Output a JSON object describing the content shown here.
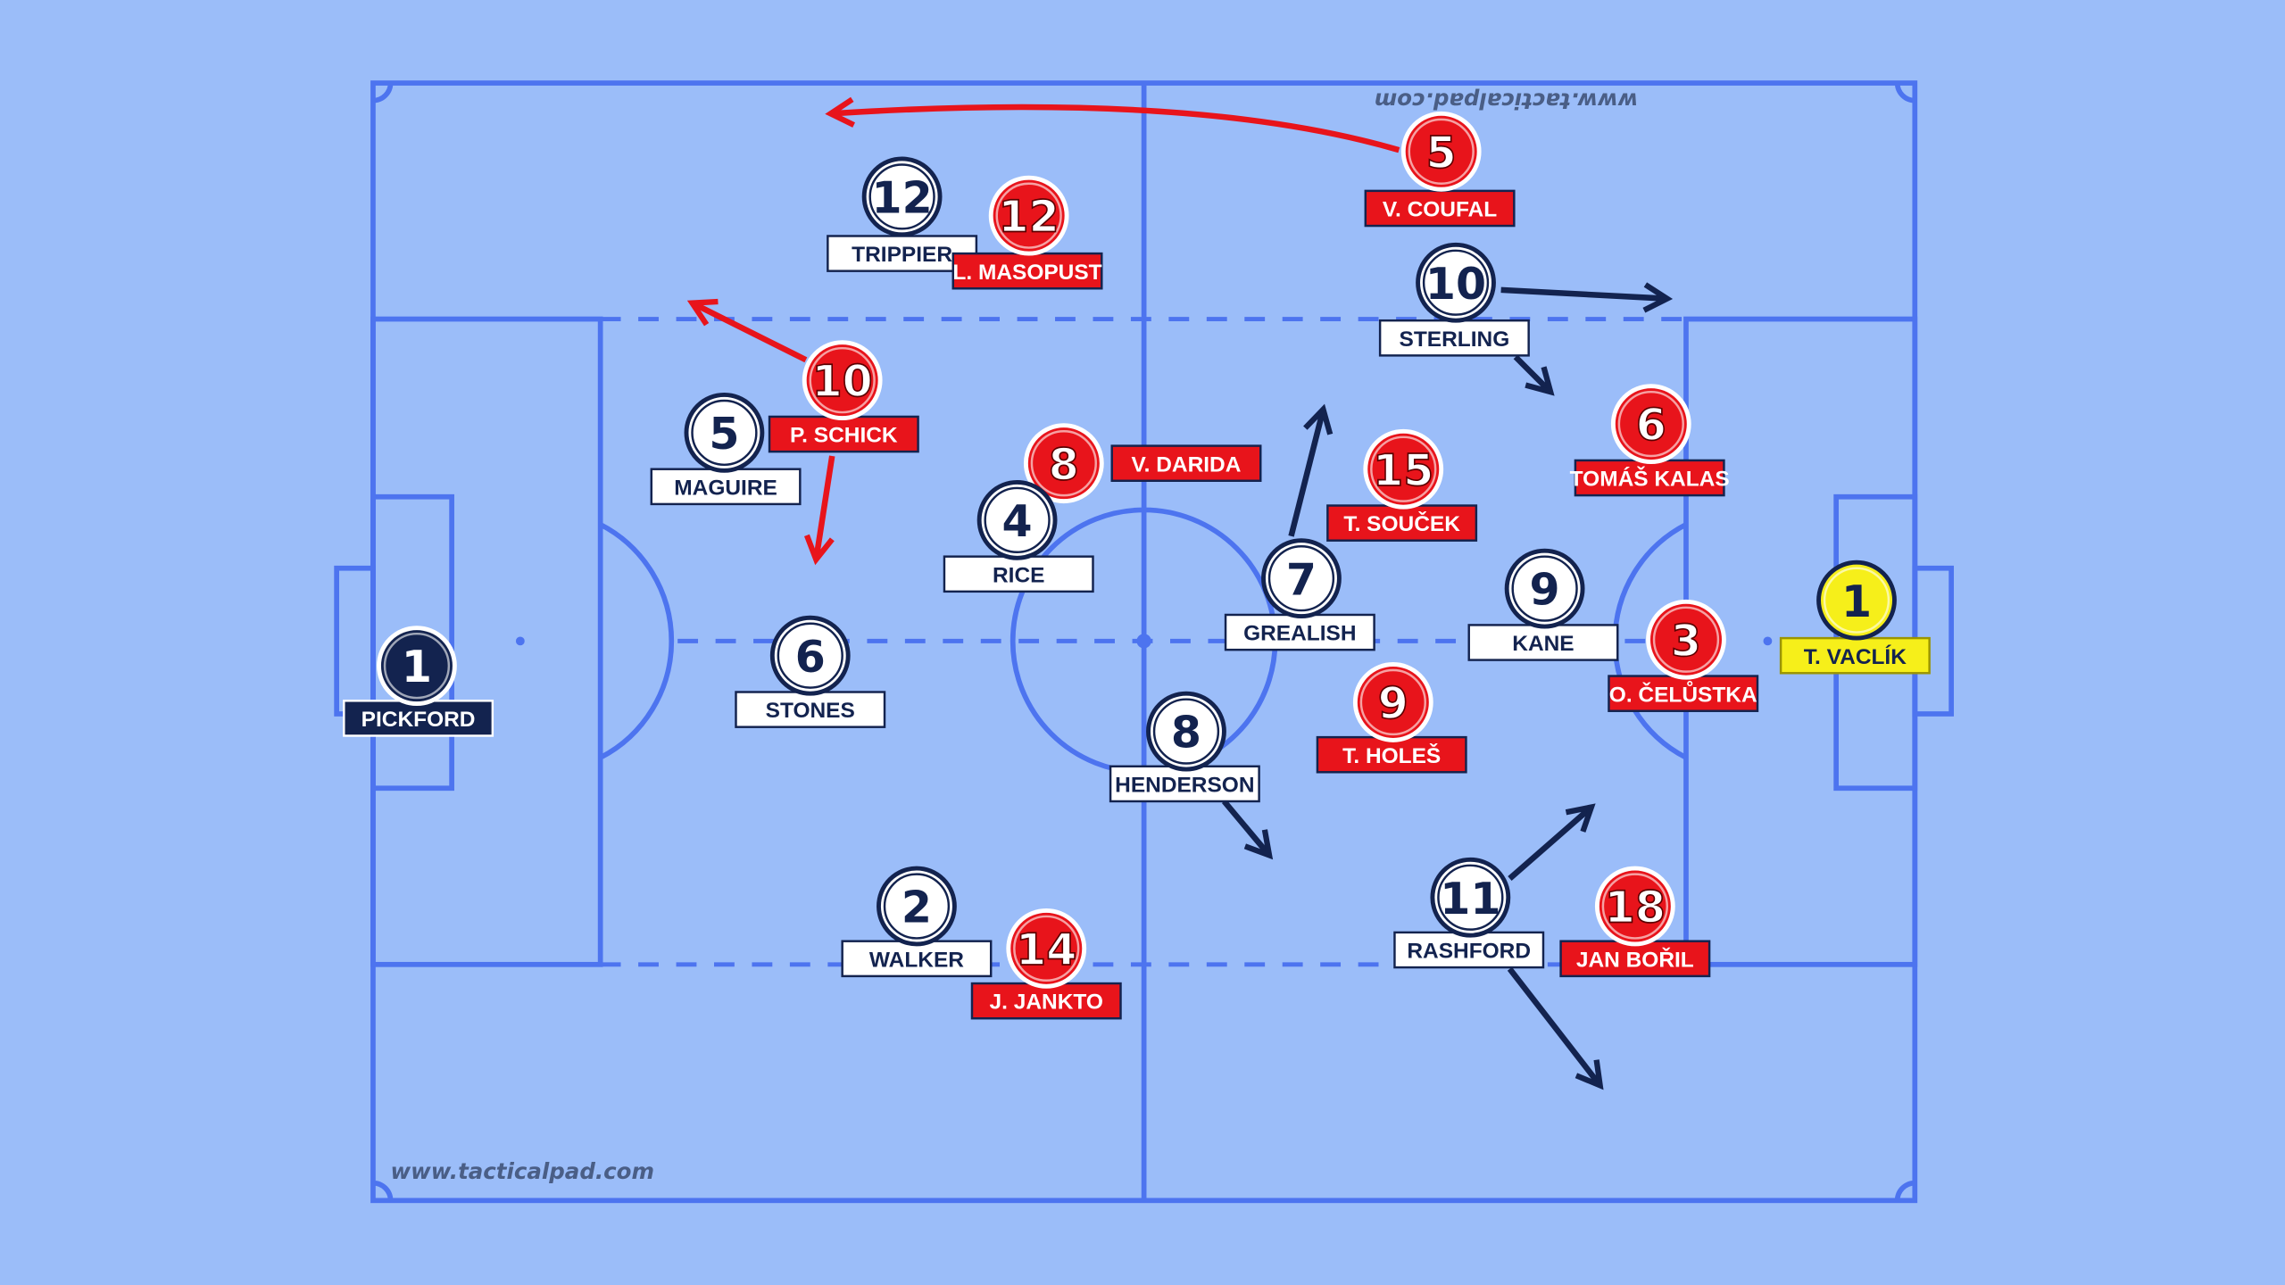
{
  "watermark": "www.tacticalpad.com",
  "colors": {
    "background": "#9bbdf9",
    "lines": "#4d74ef",
    "england": "#ffffff",
    "england_text": "#13234f",
    "czech": "#e8141b",
    "czech_gk": "#f6ef1a"
  },
  "england": [
    {
      "number": "1",
      "name": "PICKFORD"
    },
    {
      "number": "12",
      "name": "TRIPPIER"
    },
    {
      "number": "5",
      "name": "MAGUIRE"
    },
    {
      "number": "4",
      "name": "RICE"
    },
    {
      "number": "6",
      "name": "STONES"
    },
    {
      "number": "2",
      "name": "WALKER"
    },
    {
      "number": "10",
      "name": "STERLING"
    },
    {
      "number": "7",
      "name": "GREALISH"
    },
    {
      "number": "9",
      "name": "KANE"
    },
    {
      "number": "8",
      "name": "HENDERSON"
    },
    {
      "number": "11",
      "name": "RASHFORD"
    }
  ],
  "czech": [
    {
      "number": "1",
      "name": "T. VACLÍK"
    },
    {
      "number": "5",
      "name": "V. COUFAL"
    },
    {
      "number": "12",
      "name": "L. MASOPUST"
    },
    {
      "number": "10",
      "name": "P. SCHICK"
    },
    {
      "number": "8",
      "name": "V. DARIDA"
    },
    {
      "number": "15",
      "name": "T. SOUČEK"
    },
    {
      "number": "6",
      "name": "TOMÁŠ KALAS"
    },
    {
      "number": "3",
      "name": "O. ČELŮSTKA"
    },
    {
      "number": "9",
      "name": "T. HOLEŠ"
    },
    {
      "number": "14",
      "name": "J. JANKTO"
    },
    {
      "number": "18",
      "name": "JAN BOŘIL"
    }
  ]
}
